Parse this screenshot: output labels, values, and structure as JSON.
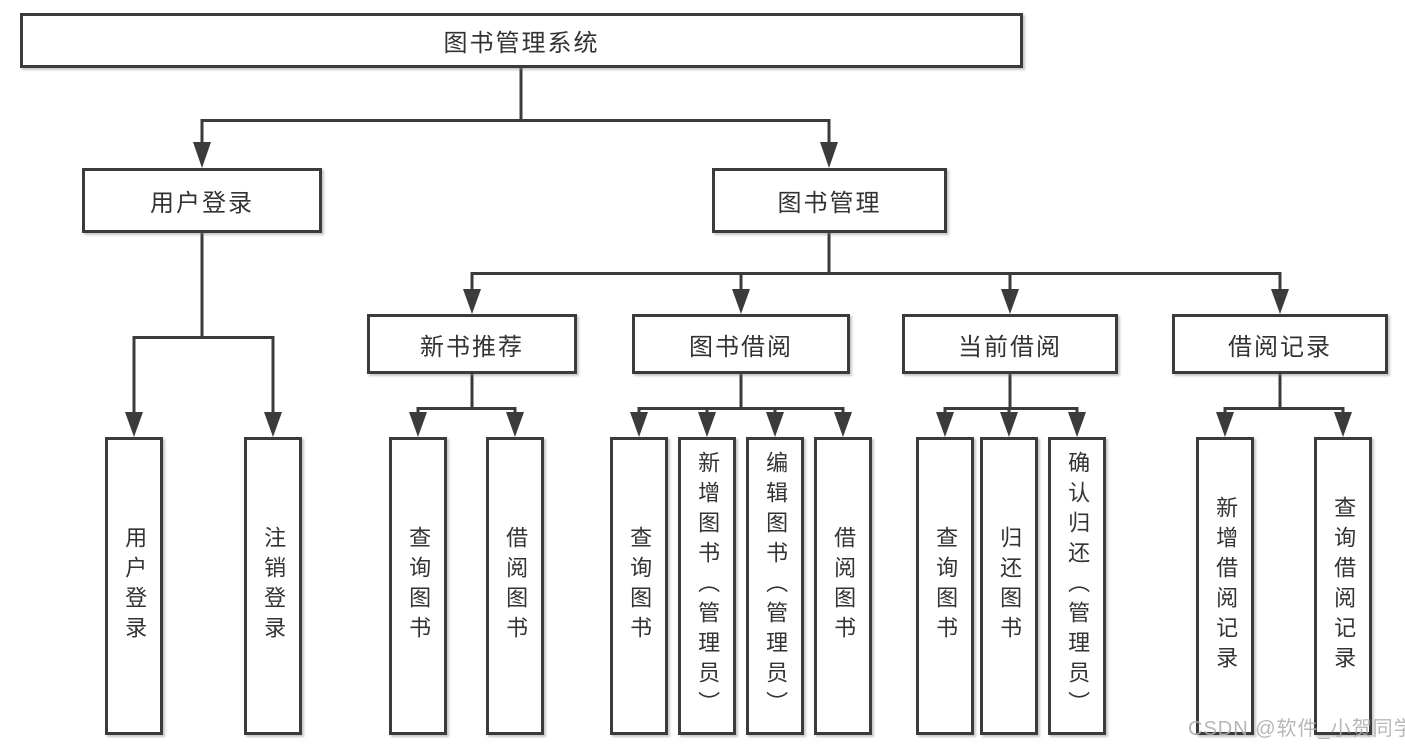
{
  "diagram": {
    "title": "图书管理系统",
    "level2": [
      "用户登录",
      "图书管理"
    ],
    "level3": [
      "新书推荐",
      "图书借阅",
      "当前借阅",
      "借阅记录"
    ],
    "leaves": {
      "user_login": [
        "用户登录",
        "注销登录"
      ],
      "new_book_recommend": [
        "查询图书",
        "借阅图书"
      ],
      "book_borrow": [
        "查询图书",
        "新增图书（管理员）",
        "编辑图书（管理员）",
        "借阅图书"
      ],
      "current_borrow": [
        "查询图书",
        "归还图书",
        "确认归还（管理员）"
      ],
      "borrow_records": [
        "新增借阅记录",
        "查询借阅记录"
      ]
    },
    "colors": {
      "line": "#3b3b3b",
      "text": "#333333",
      "box_background": "#ffffff",
      "watermark": "#b0b0b0"
    }
  },
  "watermark": "CSDN @软件_小贺同学"
}
